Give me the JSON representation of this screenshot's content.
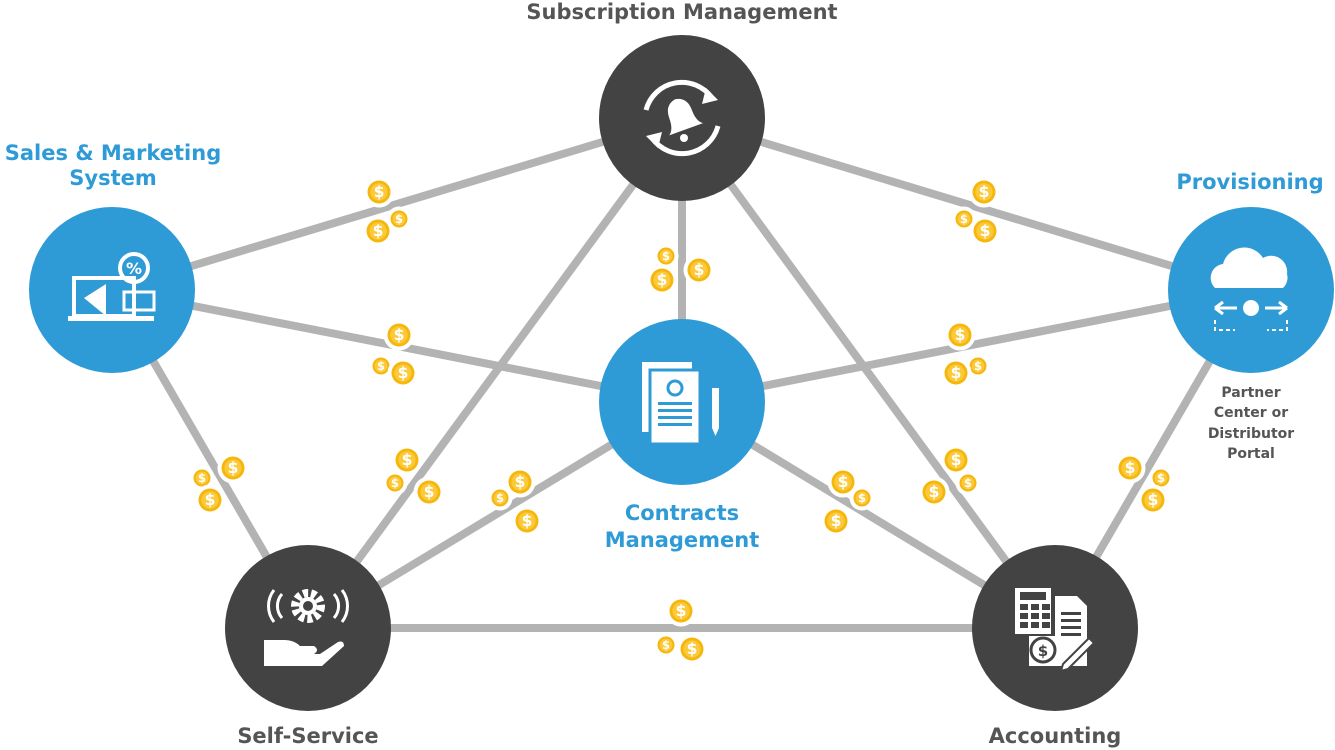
{
  "colors": {
    "dark_node": "#434343",
    "blue_node": "#2e9bd6",
    "edge": "#b3b3b3",
    "coin": "#f6b70c",
    "coin_inner": "#fbc93a",
    "label_dark": "#555555",
    "label_blue": "#2e9bd6"
  },
  "nodes": {
    "subscription": {
      "label": "Subscription Management",
      "icon": "bell-refresh-icon"
    },
    "sales": {
      "label_line1": "Sales & Marketing",
      "label_line2": "System",
      "icon": "marketing-megaphone-icon"
    },
    "provisioning": {
      "label": "Provisioning",
      "sublabel_line1": "Partner",
      "sublabel_line2": "Center or",
      "sublabel_line3": "Distributor",
      "sublabel_line4": "Portal",
      "icon": "cloud-sync-icon"
    },
    "contracts": {
      "label_line1": "Contracts",
      "label_line2": "Management",
      "icon": "contract-document-icon"
    },
    "selfservice": {
      "label": "Self-Service",
      "icon": "hand-gear-icon"
    },
    "accounting": {
      "label": "Accounting",
      "icon": "calculator-invoice-icon"
    }
  },
  "connections": [
    [
      "subscription",
      "sales"
    ],
    [
      "subscription",
      "provisioning"
    ],
    [
      "subscription",
      "contracts"
    ],
    [
      "subscription",
      "selfservice"
    ],
    [
      "subscription",
      "accounting"
    ],
    [
      "sales",
      "contracts"
    ],
    [
      "provisioning",
      "contracts"
    ],
    [
      "sales",
      "selfservice"
    ],
    [
      "provisioning",
      "accounting"
    ],
    [
      "contracts",
      "selfservice"
    ],
    [
      "contracts",
      "accounting"
    ],
    [
      "selfservice",
      "accounting"
    ]
  ],
  "coin_symbol": "$"
}
